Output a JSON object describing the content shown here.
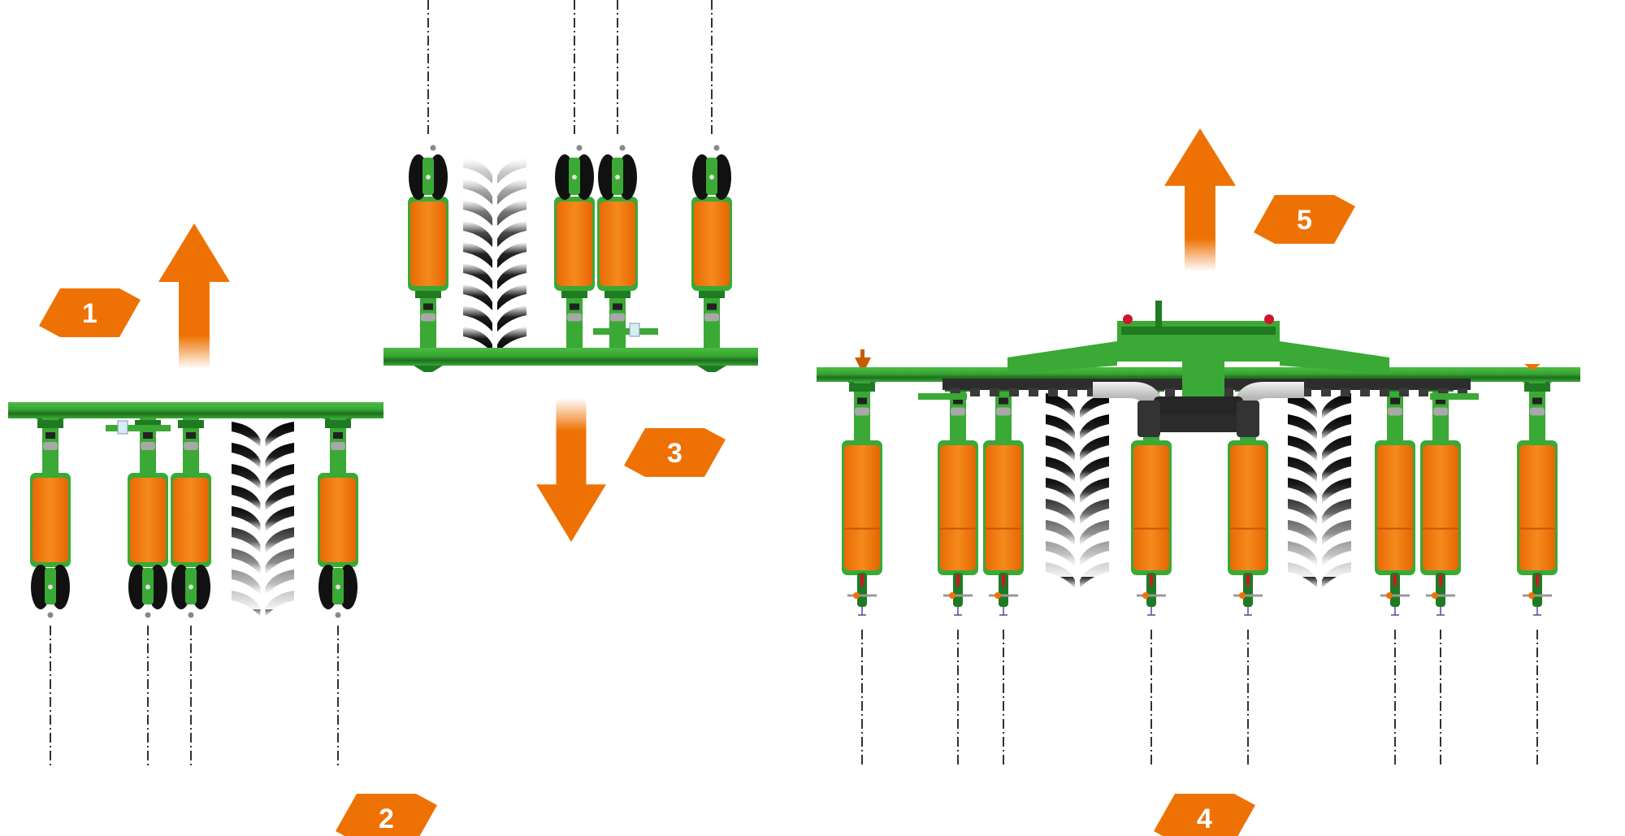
{
  "colors": {
    "accent_orange": "#ee7203",
    "machine_green": "#3aa935",
    "machine_green_dark": "#1f7a22",
    "hopper_orange": "#ef7a0c",
    "tire_black": "#111111",
    "chassis_dark": "#2d2d2d",
    "axle_silver": "#c9c9c9",
    "line_black": "#000000",
    "label_text": "#ffffff"
  },
  "labels": [
    {
      "id": "1",
      "text": "1"
    },
    {
      "id": "2",
      "text": "2"
    },
    {
      "id": "3",
      "text": "3"
    },
    {
      "id": "4",
      "text": "4"
    },
    {
      "id": "5",
      "text": "5"
    }
  ],
  "arrows": [
    {
      "id": "arrow-1",
      "direction": "up",
      "label": "1"
    },
    {
      "id": "arrow-3",
      "direction": "down",
      "label": "3"
    },
    {
      "id": "arrow-5",
      "direction": "up",
      "label": "5"
    }
  ],
  "machines": [
    {
      "id": "left-frame",
      "label": "2",
      "row_units": 4,
      "tire_tracks": 1,
      "orientation": "wheels-rear"
    },
    {
      "id": "middle-frame",
      "label": "3",
      "row_units": 4,
      "tire_tracks": 1,
      "orientation": "wheels-front"
    },
    {
      "id": "right-frame",
      "label": "4",
      "row_units": 8,
      "tire_tracks": 2,
      "orientation": "wheels-rear"
    }
  ]
}
